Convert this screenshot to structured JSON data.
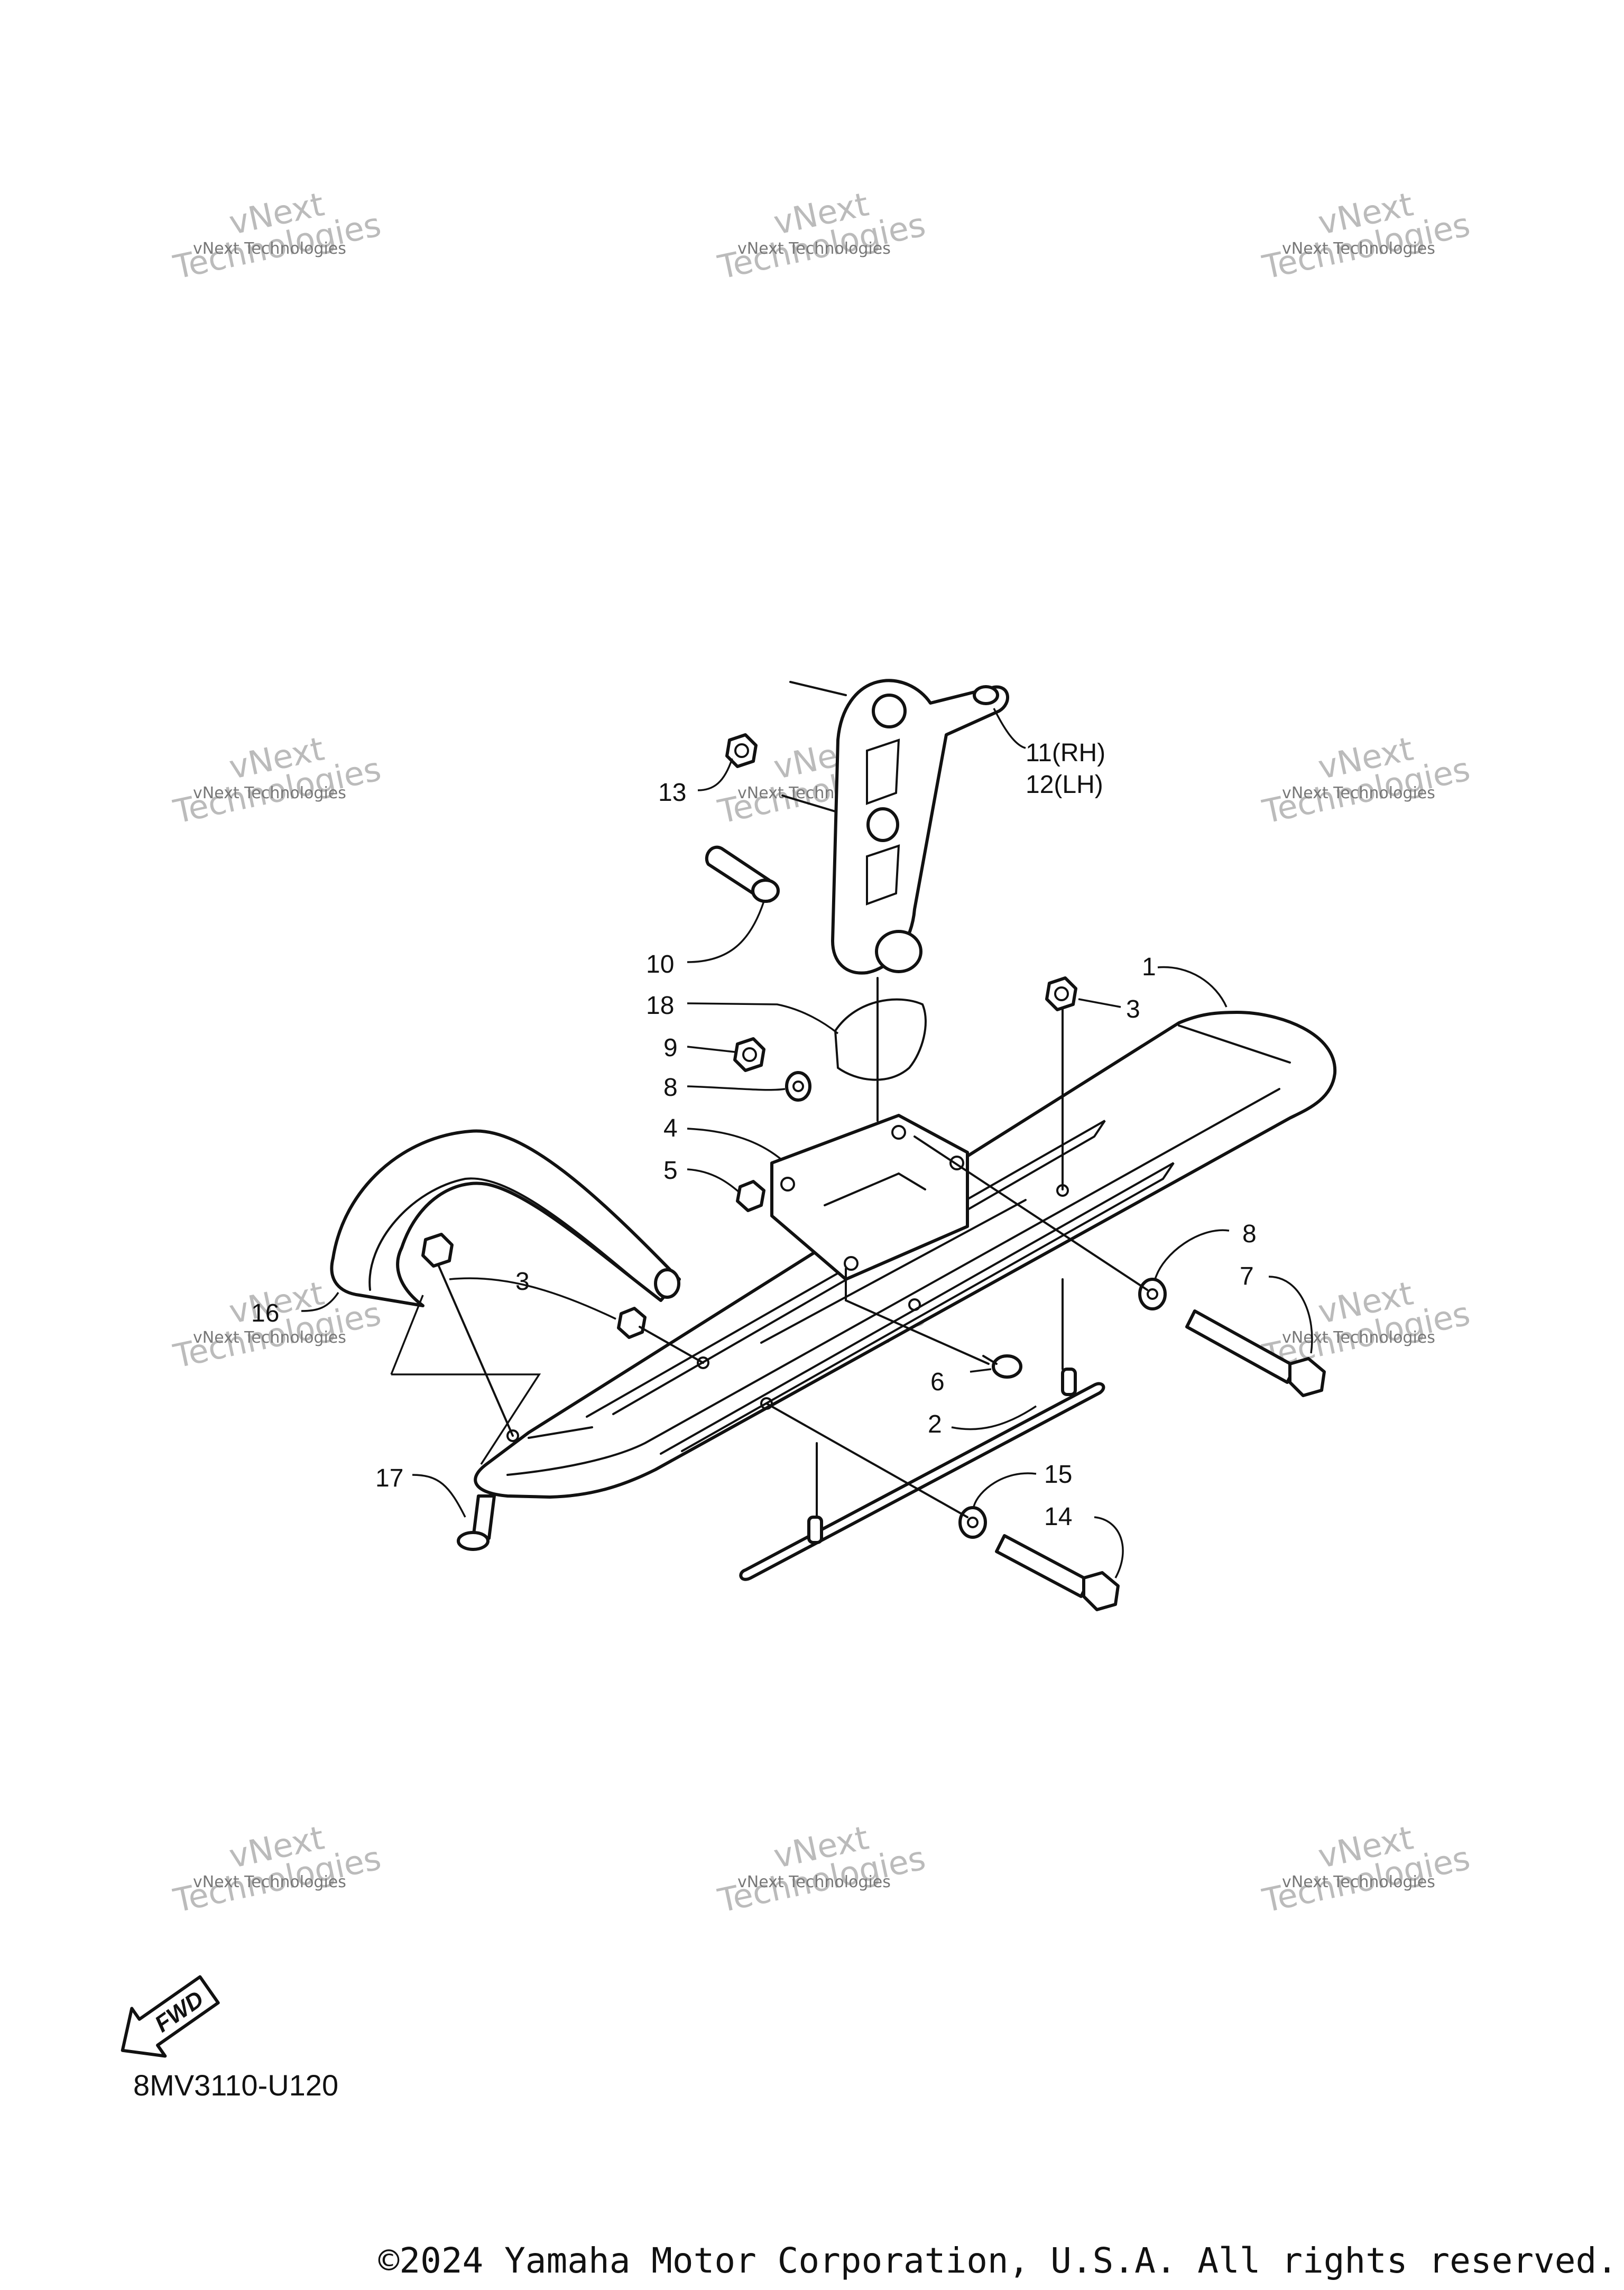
{
  "callouts": {
    "c1": "1",
    "c2": "2",
    "c3a": "3",
    "c3b": "3",
    "c4": "4",
    "c5": "5",
    "c6": "6",
    "c7": "7",
    "c8a": "8",
    "c8b": "8",
    "c9": "9",
    "c10": "10",
    "c11": "11(RH)",
    "c12": "12(LH)",
    "c13": "13",
    "c14": "14",
    "c15": "15",
    "c16": "16",
    "c17": "17",
    "c18": "18"
  },
  "watermark": {
    "line1": "vNext Technologies",
    "line2": "vNext",
    "line3": "Technologies"
  },
  "fwd_label": "FWD",
  "diagram_code": "8MV3110-U120",
  "copyright": "©2024 Yamaha Motor Corporation, U.S.A. All rights reserved."
}
